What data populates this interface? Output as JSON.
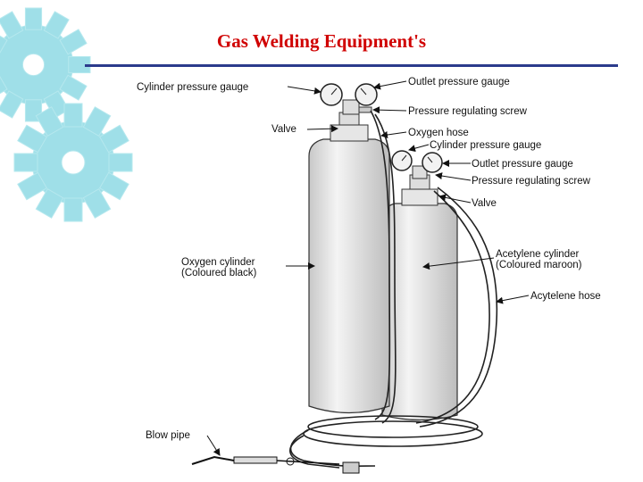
{
  "slide": {
    "title": "Gas Welding Equipment's"
  },
  "labels": {
    "cyl_pressure_gauge_left": "Cylinder pressure gauge",
    "outlet_gauge_top": "Outlet pressure gauge",
    "pressure_screw_top": "Pressure regulating screw",
    "valve_left": "Valve",
    "oxygen_hose": "Oxygen hose",
    "cyl_pressure_gauge_right": "Cylinder pressure gauge",
    "outlet_gauge_right": "Outlet pressure gauge",
    "pressure_screw_right": "Pressure regulating screw",
    "valve_right": "Valve",
    "oxygen_cylinder_1": "Oxygen cylinder",
    "oxygen_cylinder_2": "(Coloured black)",
    "acetylene_cylinder_1": "Acetylene cylinder",
    "acetylene_cylinder_2": "(Coloured maroon)",
    "acetylene_hose": "Acytelene hose",
    "blow_pipe": "Blow pipe"
  },
  "colors": {
    "title": "#d00000",
    "rule": "#2b3b8c",
    "gear": "#9fdfe8"
  }
}
